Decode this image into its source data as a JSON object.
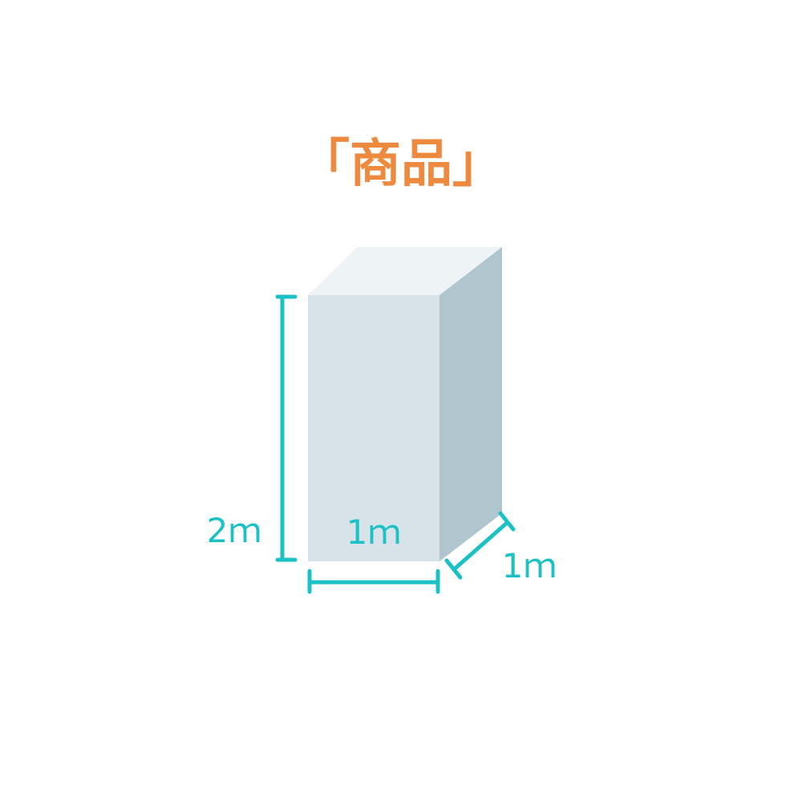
{
  "title": "「商品」",
  "dimensions": {
    "height_label": "2ｍ",
    "width_label": "1ｍ",
    "depth_label": "1ｍ"
  },
  "colors": {
    "title": "#EE8A3E",
    "dimension": "#1CC1C6",
    "box_front": "#D7E3E9",
    "box_top": "#EEF3F6",
    "box_side": "#AFC6CF",
    "background": "#FFFFFF"
  }
}
